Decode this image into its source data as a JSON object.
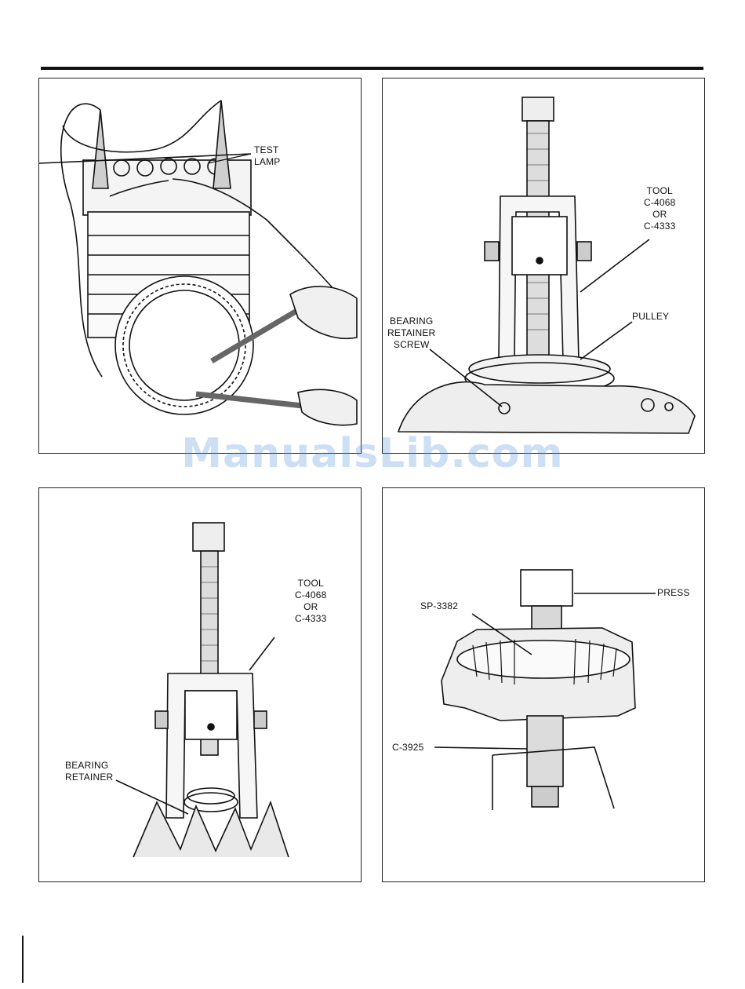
{
  "figures": {
    "test_lamp": {
      "label": "TEST\nLAMP"
    },
    "pulley_removal": {
      "tool_label": "TOOL\nC-4068\nOR\nC-4333",
      "bearing_screw_label": "BEARING\nRETAINER\nSCREW",
      "pulley_label": "PULLEY"
    },
    "bearing_retainer_removal": {
      "tool_label": "TOOL\nC-4068\nOR\nC-4333",
      "bearing_label": "BEARING\nRETAINER"
    },
    "press": {
      "press_label": "PRESS",
      "sp_label": "SP-3382",
      "c_label": "C-3925"
    }
  },
  "watermark": "ManualsLib.com"
}
